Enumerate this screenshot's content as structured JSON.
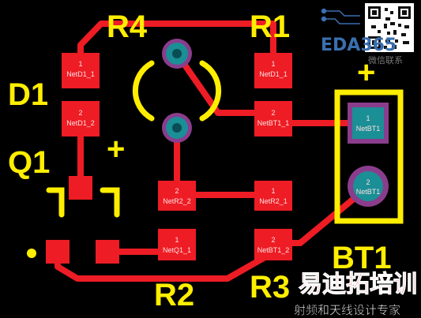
{
  "refs": {
    "r4": "R4",
    "r1": "R1",
    "d1": "D1",
    "q1": "Q1",
    "r2": "R2",
    "r3": "R3",
    "bt1": "BT1"
  },
  "pads": {
    "d1_1": {
      "num": "1",
      "net": "NetD1_1"
    },
    "d1_2": {
      "num": "2",
      "net": "NetD1_2"
    },
    "r1_1": {
      "num": "1",
      "net": "NetD1_1"
    },
    "r1_2": {
      "num": "2",
      "net": "NetBT1_1"
    },
    "r2_2": {
      "num": "2",
      "net": "NetR2_2"
    },
    "r2_1": {
      "num": "1",
      "net": "NetR2_1"
    },
    "q1_1": {
      "num": "1",
      "net": "NetQ1_1"
    },
    "r3_2": {
      "num": "2",
      "net": "NetBT1_2"
    },
    "bt1_1": {
      "num": "1",
      "net": "NetBT1"
    },
    "bt1_2": {
      "num": "2",
      "net": "NetBT1"
    }
  },
  "marks": {
    "plus": "+"
  },
  "logo": {
    "brand": "EDA365",
    "sub": "微信联系"
  },
  "watermark": {
    "title": "易迪拓培训",
    "subtitle": "射频和天线设计专家"
  },
  "colors": {
    "board": "#000000",
    "copper": "#ee1c24",
    "silk": "#ffee00",
    "via": "#8a3d8c"
  }
}
